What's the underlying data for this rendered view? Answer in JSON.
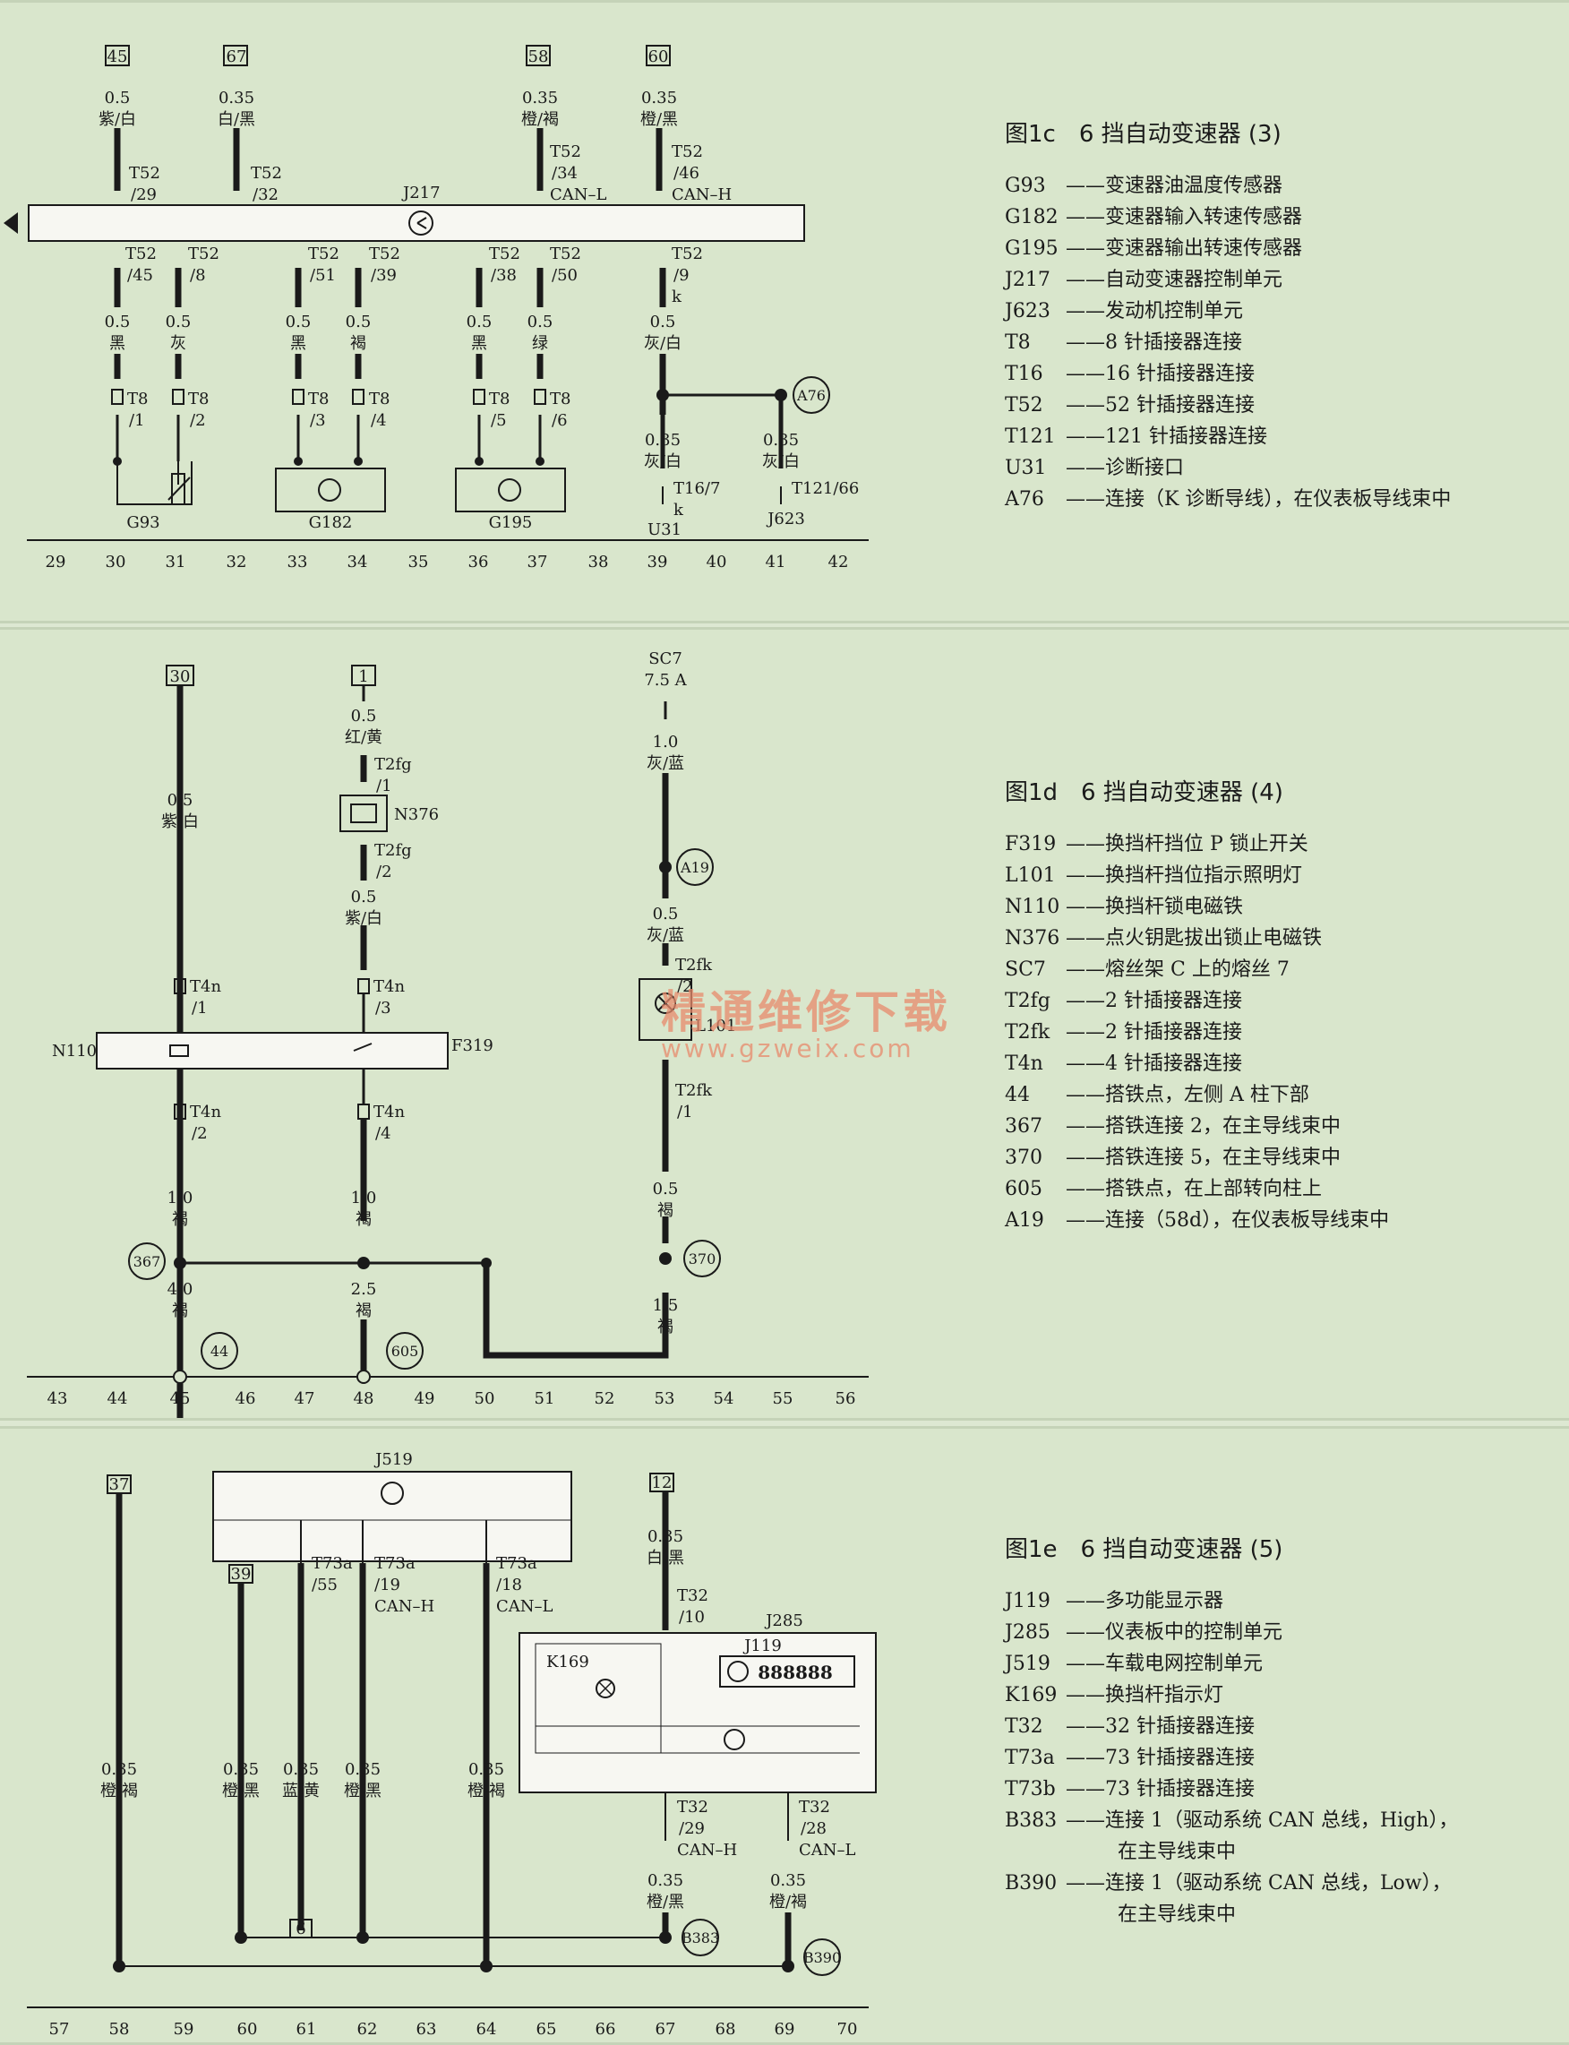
{
  "panel_c": {
    "title": "图1c　6 挡自动变速器 (3)",
    "legend": [
      {
        "code": "G93",
        "desc": "——变速器油温度传感器"
      },
      {
        "code": "G182",
        "desc": "——变速器输入转速传感器"
      },
      {
        "code": "G195",
        "desc": "——变速器输出转速传感器"
      },
      {
        "code": "J217",
        "desc": "——自动变速器控制单元"
      },
      {
        "code": "J623",
        "desc": "——发动机控制单元"
      },
      {
        "code": "T8",
        "desc": "——8 针插接器连接"
      },
      {
        "code": "T16",
        "desc": "——16 针插接器连接"
      },
      {
        "code": "T52",
        "desc": "——52 针插接器连接"
      },
      {
        "code": "T121",
        "desc": "——121 针插接器连接"
      },
      {
        "code": "U31",
        "desc": "——诊断接口"
      },
      {
        "code": "A76",
        "desc": "——连接（K 诊断导线），在仪表板导线束中"
      }
    ],
    "refs": [
      "45",
      "67",
      "58",
      "60"
    ],
    "wires_top": [
      {
        "gauge": "0.5",
        "color": "紫/白",
        "pin": "T52",
        "num": "/29"
      },
      {
        "gauge": "0.35",
        "color": "白/黑",
        "pin": "T52",
        "num": "/32"
      },
      {
        "gauge": "0.35",
        "color": "橙/褐",
        "pin": "T52",
        "num": "/34",
        "sig": "CAN–L"
      },
      {
        "gauge": "0.35",
        "color": "橙/黑",
        "pin": "T52",
        "num": "/46",
        "sig": "CAN–H"
      }
    ],
    "unit": "J217",
    "wires_bottom": [
      {
        "pin": "T52",
        "num": "/45",
        "gauge": "0.5",
        "color": "黑",
        "t8": "/1"
      },
      {
        "pin": "T52",
        "num": "/8",
        "gauge": "0.5",
        "color": "灰",
        "t8": "/2"
      },
      {
        "pin": "T52",
        "num": "/51",
        "gauge": "0.5",
        "color": "黑",
        "t8": "/3"
      },
      {
        "pin": "T52",
        "num": "/39",
        "gauge": "0.5",
        "color": "褐",
        "t8": "/4"
      },
      {
        "pin": "T52",
        "num": "/38",
        "gauge": "0.5",
        "color": "黑",
        "t8": "/5"
      },
      {
        "pin": "T52",
        "num": "/50",
        "gauge": "0.5",
        "color": "绿",
        "t8": "/6"
      },
      {
        "pin": "T52",
        "num": "/9",
        "sub": "k",
        "gauge": "0.5",
        "color": "灰/白"
      }
    ],
    "t8_label": "T8",
    "components": [
      "G93",
      "G182",
      "G195"
    ],
    "a76": "A76",
    "u31_wire": {
      "gauge": "0.35",
      "color": "灰/白",
      "pin": "T16/7",
      "sub": "k",
      "comp": "U31"
    },
    "j623_wire": {
      "gauge": "0.35",
      "color": "灰/白",
      "pin": "T121/66",
      "comp": "J623"
    },
    "axis": [
      "29",
      "30",
      "31",
      "32",
      "33",
      "34",
      "35",
      "36",
      "37",
      "38",
      "39",
      "40",
      "41",
      "42"
    ]
  },
  "panel_d": {
    "title": "图1d　6 挡自动变速器 (4)",
    "legend": [
      {
        "code": "F319",
        "desc": "——换挡杆挡位 P 锁止开关"
      },
      {
        "code": "L101",
        "desc": "——换挡杆挡位指示照明灯"
      },
      {
        "code": "N110",
        "desc": "——换挡杆锁电磁铁"
      },
      {
        "code": "N376",
        "desc": "——点火钥匙拔出锁止电磁铁"
      },
      {
        "code": "SC7",
        "desc": "——熔丝架 C 上的熔丝 7"
      },
      {
        "code": "T2fg",
        "desc": "——2 针插接器连接"
      },
      {
        "code": "T2fk",
        "desc": "——2 针插接器连接"
      },
      {
        "code": "T4n",
        "desc": "——4 针插接器连接"
      },
      {
        "code": "44",
        "desc": "——搭铁点，左侧 A 柱下部"
      },
      {
        "code": "367",
        "desc": "——搭铁连接 2，在主导线束中"
      },
      {
        "code": "370",
        "desc": "——搭铁连接 5，在主导线束中"
      },
      {
        "code": "605",
        "desc": "——搭铁点，在上部转向柱上"
      },
      {
        "code": "A19",
        "desc": "——连接（58d），在仪表板导线束中"
      }
    ],
    "refs": [
      "30",
      "1"
    ],
    "fuse": {
      "name": "SC7",
      "rating": "7.5 A"
    },
    "w1": {
      "gauge": "0.5",
      "color": "紫/白"
    },
    "w2": {
      "gauge": "0.5",
      "color": "红/黄",
      "pin": "T2fg",
      "num1": "/1",
      "num2": "/2",
      "comp": "N376",
      "gauge2": "0.5",
      "color2": "紫/白"
    },
    "w3": {
      "gauge": "1.0",
      "color": "灰/蓝",
      "splice": "A19",
      "gauge2": "0.5",
      "color2": "灰/蓝",
      "pin": "T2fk",
      "num1": "/2",
      "num2": "/1",
      "comp": "L101",
      "gauge3": "0.5",
      "color3": "褐"
    },
    "t4n": {
      "pin": "T4n",
      "a": "/1",
      "b": "/3",
      "c": "/2",
      "d": "/4"
    },
    "n110": "N110",
    "f319": "F319",
    "gnd": {
      "w1g": "1.0",
      "w1c": "褐",
      "w2g": "1.0",
      "w2c": "褐",
      "g1": "4.0",
      "c1": "褐",
      "g2": "2.5",
      "c2": "褐",
      "g3": "1.5",
      "c3": "褐",
      "p367": "367",
      "p370": "370",
      "p44": "44",
      "p605": "605"
    },
    "axis": [
      "43",
      "44",
      "45",
      "46",
      "47",
      "48",
      "49",
      "50",
      "51",
      "52",
      "53",
      "54",
      "55",
      "56"
    ]
  },
  "panel_e": {
    "title": "图1e　6 挡自动变速器 (5)",
    "legend": [
      {
        "code": "J119",
        "desc": "——多功能显示器"
      },
      {
        "code": "J285",
        "desc": "——仪表板中的控制单元"
      },
      {
        "code": "J519",
        "desc": "——车载电网控制单元"
      },
      {
        "code": "K169",
        "desc": "——换挡杆指示灯"
      },
      {
        "code": "T32",
        "desc": "——32 针插接器连接"
      },
      {
        "code": "T73a",
        "desc": "——73 针插接器连接"
      },
      {
        "code": "T73b",
        "desc": "——73 针插接器连接"
      },
      {
        "code": "B383",
        "desc": "——连接 1（驱动系统 CAN 总线，High），",
        "cont": "在主导线束中"
      },
      {
        "code": "B390",
        "desc": "——连接 1（驱动系统 CAN 总线，Low），",
        "cont": "在主导线束中"
      }
    ],
    "refs": [
      "37",
      "39",
      "12",
      "6"
    ],
    "j519": "J519",
    "j519_pins": [
      {
        "pin": "T73a",
        "num": "/55"
      },
      {
        "pin": "T73a",
        "num": "/19",
        "sig": "CAN–H"
      },
      {
        "pin": "T73a",
        "num": "/18",
        "sig": "CAN–L"
      }
    ],
    "wires": [
      {
        "gauge": "0.35",
        "color": "橙/褐"
      },
      {
        "gauge": "0.35",
        "color": "橙/黑"
      },
      {
        "gauge": "0.35",
        "color": "蓝/黄"
      },
      {
        "gauge": "0.35",
        "color": "橙/黑"
      },
      {
        "gauge": "0.35",
        "color": "橙/褐"
      }
    ],
    "top_wire": {
      "gauge": "0.35",
      "color": "白/黑",
      "pin": "T32",
      "num": "/10"
    },
    "j285": "J285",
    "j119": "J119",
    "display": "888888",
    "k169": "K169",
    "out_wires": [
      {
        "pin": "T32",
        "num": "/29",
        "sig": "CAN–H",
        "gauge": "0.35",
        "color": "橙/黑",
        "splice": "B383"
      },
      {
        "pin": "T32",
        "num": "/28",
        "sig": "CAN–L",
        "gauge": "0.35",
        "color": "橙/褐",
        "splice": "B390"
      }
    ],
    "axis": [
      "57",
      "58",
      "59",
      "60",
      "61",
      "62",
      "63",
      "64",
      "65",
      "66",
      "67",
      "68",
      "69",
      "70"
    ]
  },
  "watermark": {
    "cn": "精通维修下载",
    "url": "www.gzweix.com"
  }
}
